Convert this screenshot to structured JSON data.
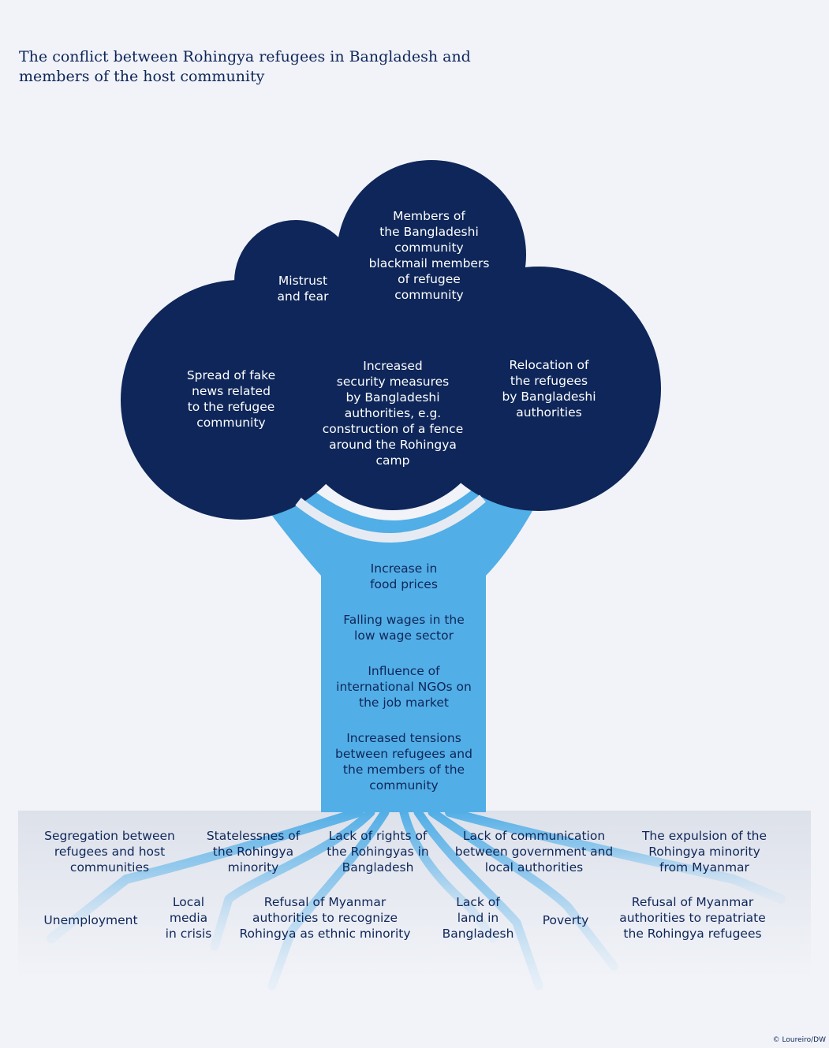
{
  "title": "The conflict between Rohingya refugees in Bangladesh and members of the host community",
  "colors": {
    "crown": "#0e2659",
    "trunk": "#52aee6",
    "background": "#f1f3f8",
    "ground": "#dde1ea",
    "text_dark": "#0e2659",
    "text_light": "#ffffff"
  },
  "crown_items": {
    "mistrust": "Mistrust\nand fear",
    "blackmail": "Members of\nthe Bangladeshi\ncommunity\nblackmail members\nof refugee\ncommunity",
    "fake_news": "Spread of fake\nnews related\nto the refugee\ncommunity",
    "security": "Increased\nsecurity measures\nby Bangladeshi\nauthorities, e.g.\nconstruction of a fence\naround the Rohingya\ncamp",
    "relocation": "Relocation of\nthe refugees\nby Bangladeshi\nauthorities"
  },
  "trunk_items": {
    "food_prices": "Increase in\nfood prices",
    "wages": "Falling wages in the\nlow wage sector",
    "ngos": "Influence of\ninternational NGOs on\nthe job market",
    "tensions": "Increased tensions\nbetween refugees and\nthe members of the\ncommunity"
  },
  "root_items": {
    "segregation": "Segregation between\nrefugees and host\ncommunities",
    "statelessness": "Statelessnes of\nthe Rohingya\nminority",
    "lack_rights": "Lack of rights of\nthe Rohingyas in\nBangladesh",
    "lack_communication": "Lack of communication\nbetween government and\nlocal authorities",
    "expulsion": "The expulsion of the\nRohingya minority\nfrom Myanmar",
    "unemployment": "Unemployment",
    "local_media": "Local\nmedia\nin crisis",
    "refusal_recognize": "Refusal of Myanmar\nauthorities to recognize\nRohingya as ethnic minority",
    "lack_land": "Lack of\nland in\nBangladesh",
    "poverty": "Poverty",
    "refusal_repatriate": "Refusal of Myanmar\nauthorities to repatriate\nthe Rohingya refugees"
  },
  "credit": "© Loureiro/DW"
}
